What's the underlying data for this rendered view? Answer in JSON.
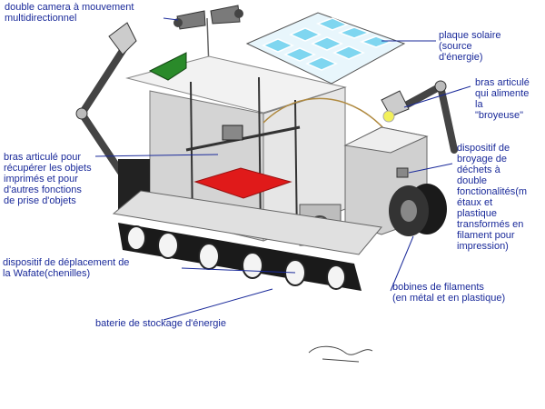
{
  "labels": {
    "camera": "double camera à mouvement\nmultidirectionnel",
    "solar": "plaque solaire\n(source\nd'énergie)",
    "arm_right": "bras articulé\nqui alimente\nla\n\"broyeuse\"",
    "arm_left": "bras articulé pour\nrécupérer les objets\nimprimés et pour\nd'autres fonctions\nde prise d'objets",
    "grinder": "dispositif de\nbroyage de\ndéchets à\ndouble\nfonctionalités(m\nétaux et\nplastique\ntransformés en\nfilament pour\nimpression)",
    "tracks": "dispositif de déplacement de\nla Wafate(chenilles)",
    "bobines": "bobines de filaments\n(en métal et en plastique)",
    "battery": "baterie de stockage d'énergie"
  },
  "signature": "ᴇᴅ fate",
  "colors": {
    "label_text": "#1a2a9a",
    "solar_cell": "#7fd6f0",
    "print_bed": "#e01a1a",
    "arm_green": "#2a8a2a",
    "frame_gray": "#c8c8c8",
    "track_dark": "#1a1a1a"
  }
}
